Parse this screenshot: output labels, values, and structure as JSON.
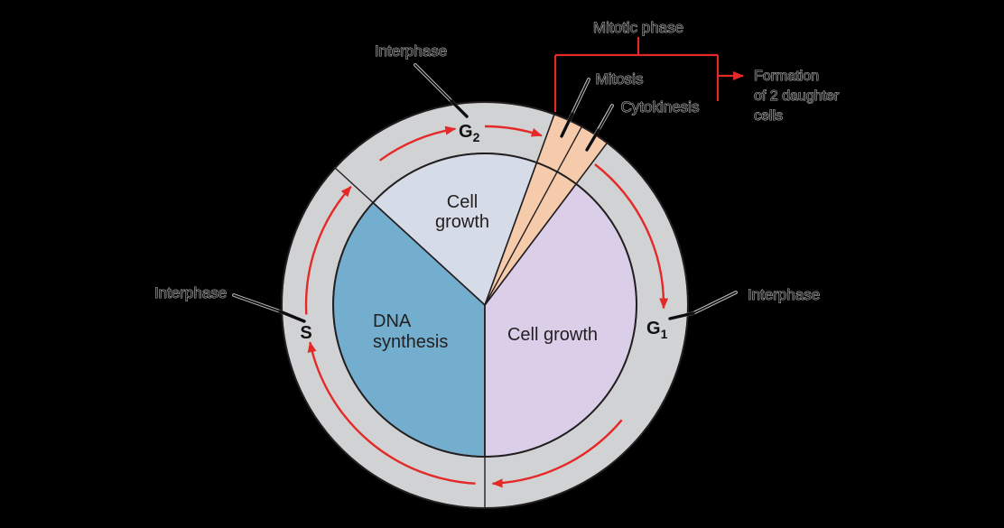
{
  "colors": {
    "background": "#000000",
    "ring": "#d1d2d4",
    "g2_sector": "#d5dbe7",
    "s_sector": "#74aece",
    "g1_sector": "#dbcee8",
    "mitotic_wedge": "#f5cbac",
    "arrow_red": "#e42a28",
    "line_black": "#231f20"
  },
  "ring": {
    "g2_base": "G",
    "g2_sub": "2",
    "s": "S",
    "g1_base": "G",
    "g1_sub": "1"
  },
  "sectors": {
    "g2_line1": "Cell",
    "g2_line2": "growth",
    "s_line1": "DNA",
    "s_line2": "synthesis",
    "g1_label": "Cell growth"
  },
  "callouts": {
    "interphase_top": "Interphase",
    "interphase_left": "Interphase",
    "interphase_right": "Interphase",
    "mitotic_phase": "Mitotic phase",
    "mitosis": "Mitosis",
    "cytokinesis": "Cytokinesis",
    "formation_line1": "Formation",
    "formation_line2": "of 2 daughter",
    "formation_line3": "cells"
  }
}
